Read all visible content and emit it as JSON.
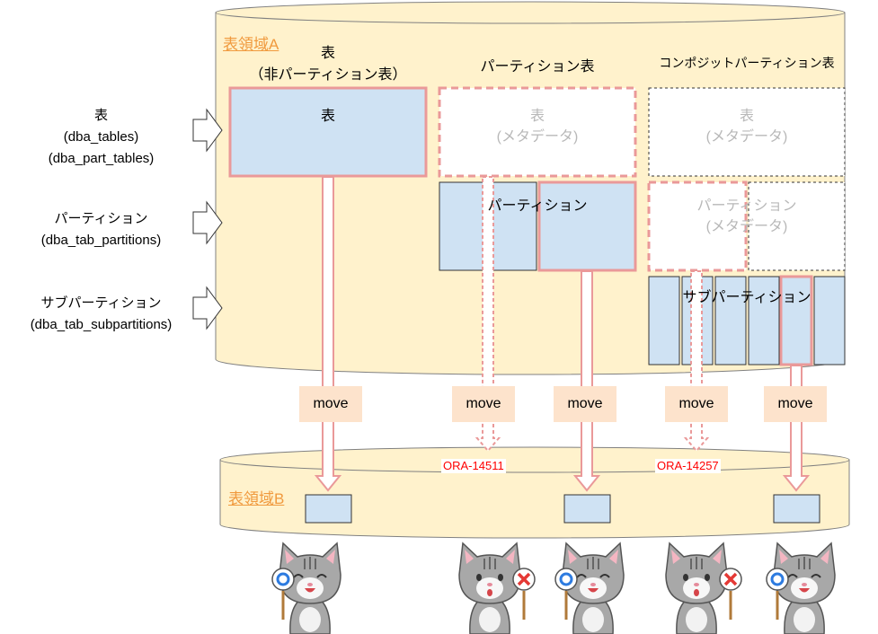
{
  "tablespace_a": {
    "title": "表領域A"
  },
  "tablespace_b": {
    "title": "表領域B"
  },
  "left_labels": {
    "table": {
      "line1": "表",
      "line2": "(dba_tables)",
      "line3": "(dba_part_tables)"
    },
    "partition": {
      "line1": "パーティション",
      "line2": "(dba_tab_partitions)"
    },
    "subpartition": {
      "line1": "サブパーティション",
      "line2": "(dba_tab_subpartitions)"
    }
  },
  "columns": {
    "nonpart": {
      "title1": "表",
      "title2": "（非パーティション表）",
      "box_label": "表"
    },
    "part": {
      "title": "パーティション表",
      "meta1": "表",
      "meta2": "(メタデータ)",
      "partition_label": "パーティション"
    },
    "composite": {
      "title": "コンポジットパーティション表",
      "meta1": "表",
      "meta2": "(メタデータ)",
      "partmeta1": "パーティション",
      "partmeta2": "(メタデータ)",
      "subpartition_label": "サブパーティション"
    }
  },
  "moves": [
    "move",
    "move",
    "move",
    "move",
    "move"
  ],
  "errors": {
    "e1": "ORA-14511",
    "e2": "ORA-14257"
  },
  "colors": {
    "cylinder_fill": "#fff2cc",
    "cylinder_stroke": "#808080",
    "box_fill": "#cfe2f3",
    "pink": "#ea9999",
    "move_fill": "#fde3cc",
    "error": "#ff0000",
    "ts_title": "#f09a3e"
  },
  "mascots": [
    {
      "result": "ok",
      "icon": "circle-sign-icon"
    },
    {
      "result": "ng",
      "icon": "cross-sign-icon"
    },
    {
      "result": "ok",
      "icon": "circle-sign-icon"
    },
    {
      "result": "ng",
      "icon": "cross-sign-icon"
    },
    {
      "result": "ok",
      "icon": "circle-sign-icon"
    }
  ]
}
